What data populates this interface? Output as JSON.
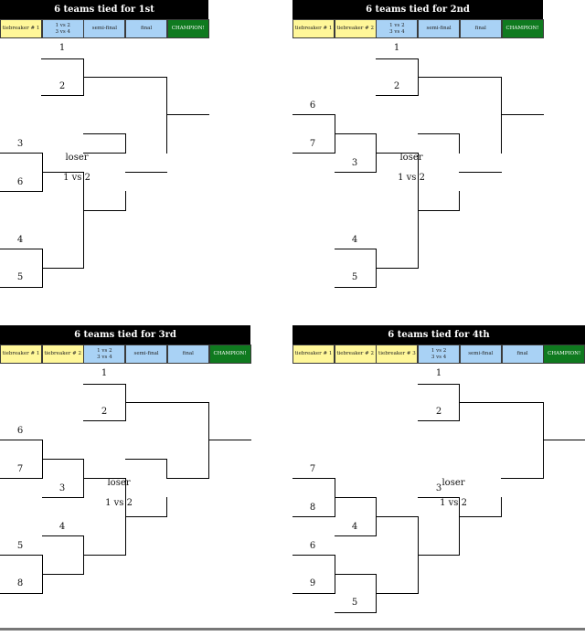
{
  "panels": [
    {
      "title": "6 teams tied for 1st",
      "headers": [
        {
          "label": "tiebreaker # 1",
          "kind": "tb"
        },
        {
          "label": "1 vs 2|3 vs 4",
          "kind": "rd"
        },
        {
          "label": "semi-final",
          "kind": "rd"
        },
        {
          "label": "final",
          "kind": "rd"
        },
        {
          "label": "CHAMPION!",
          "kind": "ch"
        }
      ],
      "seeds": [
        "1",
        "2",
        "3",
        "6",
        "4",
        "5"
      ],
      "loser_label": "loser",
      "loser_sub": "1 vs 2"
    },
    {
      "title": "6 teams tied for 2nd",
      "headers": [
        {
          "label": "tiebreaker # 1",
          "kind": "tb"
        },
        {
          "label": "tiebreaker # 2",
          "kind": "tb"
        },
        {
          "label": "1 vs 2|3 vs 4",
          "kind": "rd"
        },
        {
          "label": "semi-final",
          "kind": "rd"
        },
        {
          "label": "final",
          "kind": "rd"
        },
        {
          "label": "CHAMPION!",
          "kind": "ch"
        }
      ],
      "seeds": [
        "1",
        "2",
        "6",
        "7",
        "3",
        "4",
        "5"
      ],
      "loser_label": "loser",
      "loser_sub": "1 vs 2"
    },
    {
      "title": "6 teams tied for 3rd",
      "headers": [
        {
          "label": "tiebreaker # 1",
          "kind": "tb"
        },
        {
          "label": "tiebreaker # 2",
          "kind": "tb"
        },
        {
          "label": "1 vs 2|3 vs 4",
          "kind": "rd"
        },
        {
          "label": "semi-final",
          "kind": "rd"
        },
        {
          "label": "final",
          "kind": "rd"
        },
        {
          "label": "CHAMPION!",
          "kind": "ch"
        }
      ],
      "seeds": [
        "1",
        "2",
        "6",
        "7",
        "3",
        "4",
        "5",
        "8"
      ],
      "loser_label": "loser",
      "loser_sub": "1 vs 2"
    },
    {
      "title": "6 teams tied for 4th",
      "headers": [
        {
          "label": "tiebreaker # 1",
          "kind": "tb"
        },
        {
          "label": "tiebreaker # 2",
          "kind": "tb"
        },
        {
          "label": "tiebreaker # 3",
          "kind": "tb"
        },
        {
          "label": "1 vs 2|3 vs 4",
          "kind": "rd"
        },
        {
          "label": "semi-final",
          "kind": "rd"
        },
        {
          "label": "final",
          "kind": "rd"
        },
        {
          "label": "CHAMPION!",
          "kind": "ch"
        }
      ],
      "seeds": [
        "1",
        "2",
        "3",
        "7",
        "8",
        "4",
        "6",
        "9",
        "5"
      ],
      "loser_label": "loser",
      "loser_sub": "1 vs 2"
    }
  ]
}
